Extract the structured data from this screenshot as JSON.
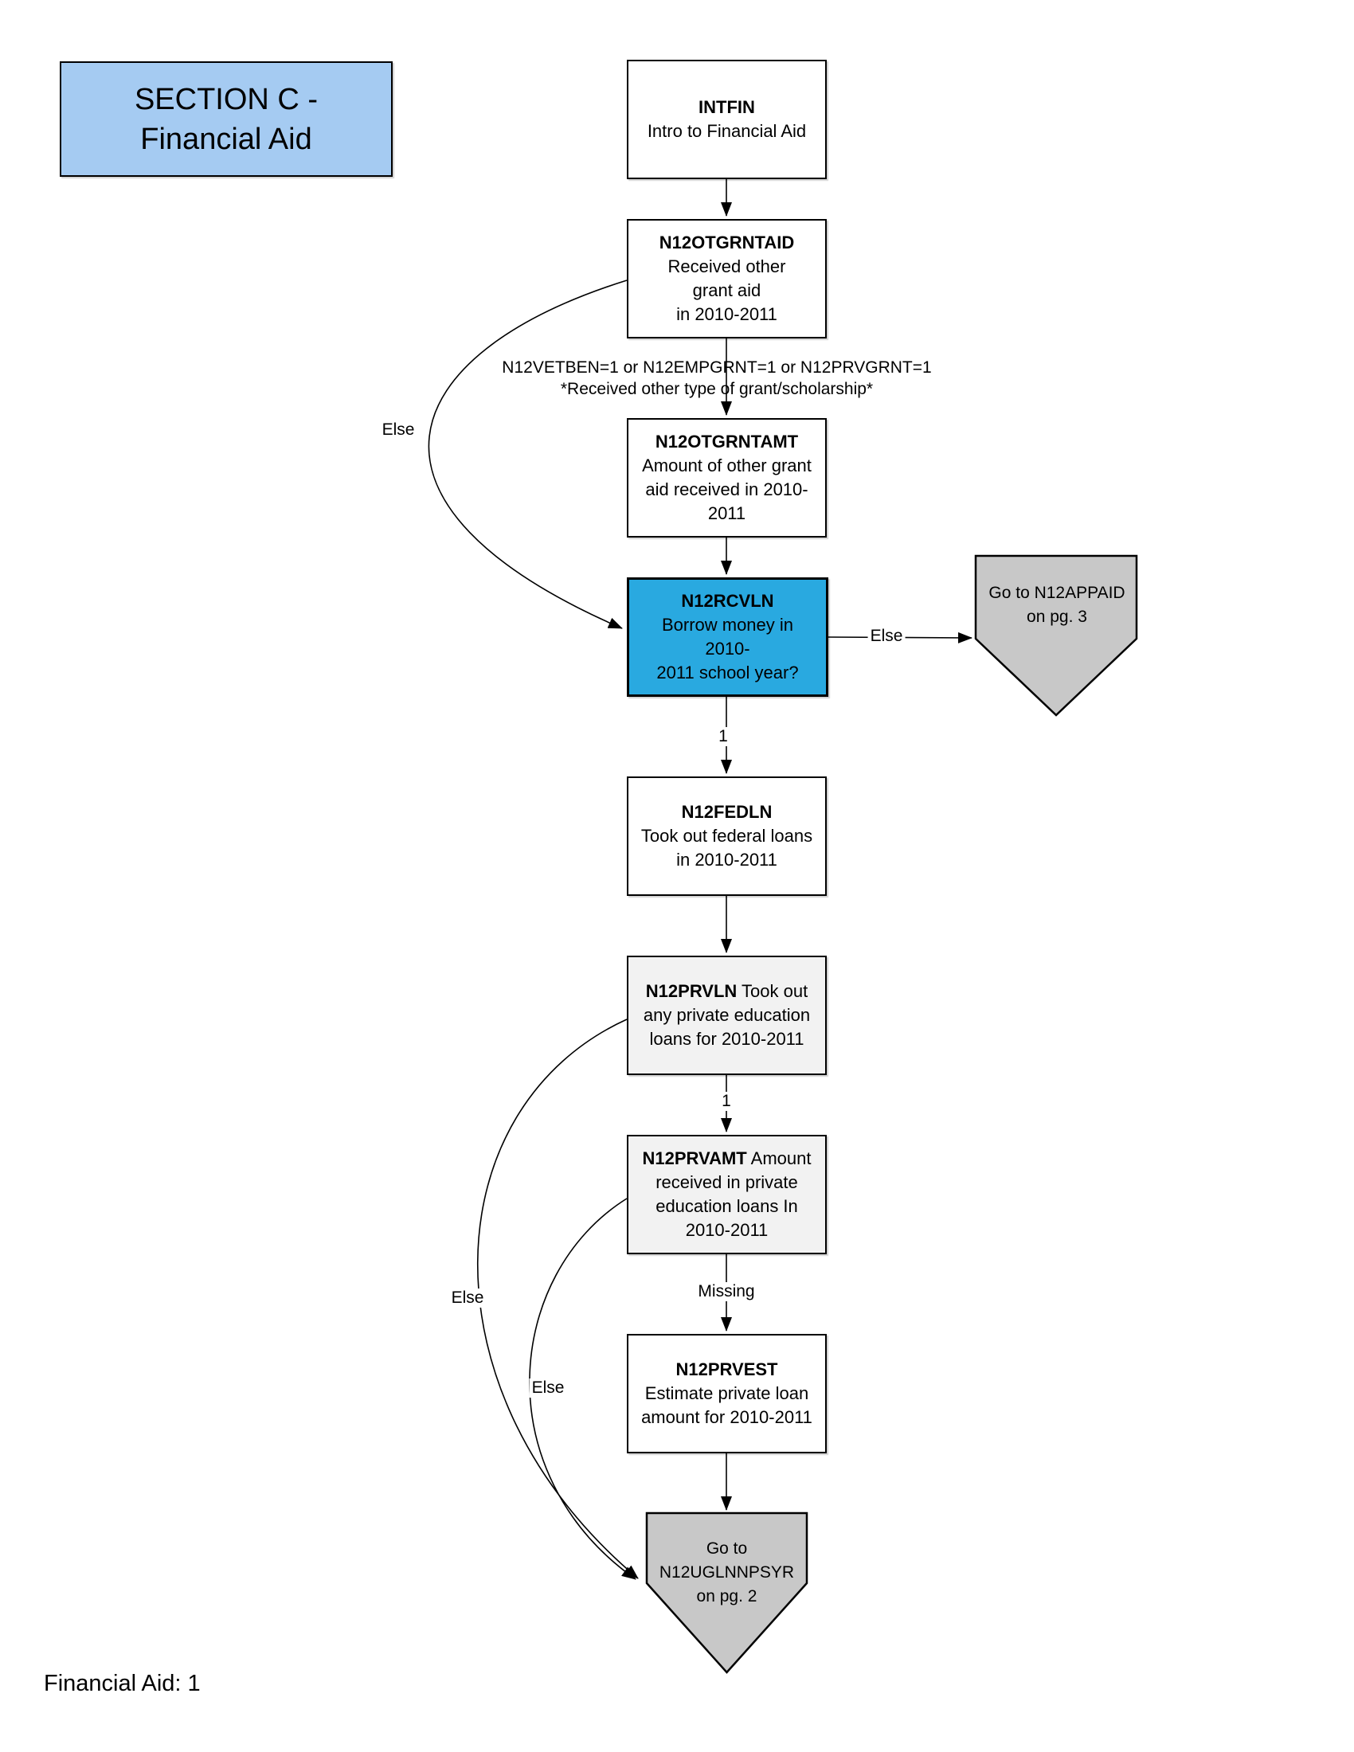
{
  "page": {
    "footer": "Financial Aid: 1"
  },
  "colors": {
    "section_fill": "#A5CBF2",
    "highlight_fill": "#29A9E0",
    "goto_fill": "#C8C8C8",
    "process_fill": "#FFFFFF",
    "process_alt_fill": "#F2F2F2"
  },
  "section": {
    "title": [
      "SECTION C -",
      "Financial Aid"
    ]
  },
  "nodes": {
    "intfin": {
      "code": "INTFIN",
      "desc": [
        "Intro to Financial Aid"
      ]
    },
    "otgrntaid": {
      "code": "N12OTGRNTAID",
      "desc": [
        "Received other",
        "grant aid",
        "in 2010-2011"
      ]
    },
    "otgrntamt": {
      "code": "N12OTGRNTAMT",
      "desc": [
        "Amount of other grant",
        "aid received in 2010-",
        "2011"
      ]
    },
    "rcvln": {
      "code": "N12RCVLN",
      "desc": [
        "Borrow money in 2010-",
        "2011 school year?"
      ]
    },
    "fedln": {
      "code": "N12FEDLN",
      "desc": [
        "Took out federal loans",
        "in 2010-2011"
      ]
    },
    "prvln": {
      "code": "N12PRVLN",
      "desc": "Took out any private education loans for 2010-2011"
    },
    "prvamt": {
      "code": "N12PRVAMT",
      "desc": "Amount received in private education loans In 2010-2011"
    },
    "prvest": {
      "code": "N12PRVEST",
      "desc": [
        "Estimate private loan",
        "amount for 2010-2011"
      ]
    }
  },
  "gotos": {
    "appaid": [
      "Go to N12APPAID",
      "on pg. 3"
    ],
    "uglnnpsyr": [
      "Go to",
      "N12UGLNNPSYR",
      "on pg. 2"
    ]
  },
  "edges": {
    "condition_otgrnt": [
      "N12VETBEN=1 or N12EMPGRNT=1 or N12PRVGRNT=1",
      "*Received other type of grant/scholarship*"
    ],
    "else_otgrntaid": "Else",
    "else_rcvln": "Else",
    "else_prvln": "Else",
    "else_prvamt": "Else",
    "one_rcvln": "1",
    "one_prvln": "1",
    "missing_prvamt": "Missing"
  }
}
